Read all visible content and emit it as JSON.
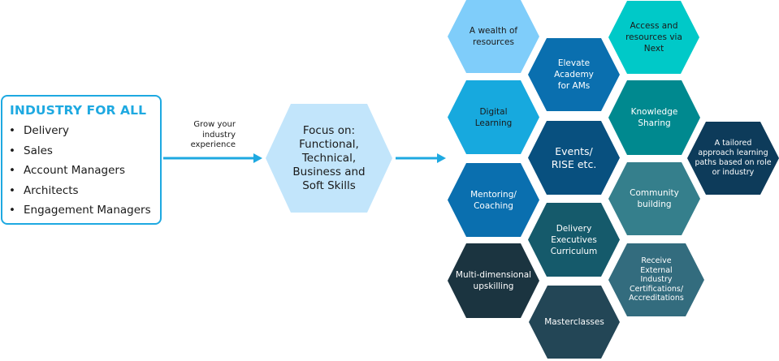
{
  "source_box": {
    "title": "INDUSTRY FOR ALL",
    "items": [
      "Delivery",
      "Sales",
      "Account Managers",
      "Architects",
      "Engagement Managers"
    ],
    "bullet": "•",
    "border_color": "#1ea9e1"
  },
  "arrow_label": "Grow your\nindustry\nexperience",
  "arrow_color": "#1ea9e1",
  "focus": {
    "text": "Focus on:\nFunctional,\nTechnical,\nBusiness and\nSoft Skills",
    "color": "#c2e5fb"
  },
  "hexagons": [
    {
      "id": "wealth",
      "text": "A wealth of\nresources",
      "color": "#7fcdfa",
      "text_color": "#1a1a1a"
    },
    {
      "id": "elevate",
      "text": "Elevate\nAcademy\nfor AMs",
      "color": "#0a6faf",
      "text_color": "#ffffff"
    },
    {
      "id": "access",
      "text": "Access and\nresources via\nNext",
      "color": "#00c9c8",
      "text_color": "#1a1a1a"
    },
    {
      "id": "digital",
      "text": "Digital\nLearning",
      "color": "#17a9de",
      "text_color": "#1a1a1a"
    },
    {
      "id": "knowledge",
      "text": "Knowledge\nSharing",
      "color": "#00898f",
      "text_color": "#ffffff"
    },
    {
      "id": "events",
      "text": "Events/\nRISE etc.",
      "color": "#08507f",
      "text_color": "#ffffff"
    },
    {
      "id": "tailored",
      "text": "A tailored\napproach learning\npaths based on role\nor industry",
      "color": "#0d3b5a",
      "text_color": "#ffffff"
    },
    {
      "id": "mentoring",
      "text": "Mentoring/\nCoaching",
      "color": "#0a6faf",
      "text_color": "#ffffff"
    },
    {
      "id": "community",
      "text": "Community\nbuilding",
      "color": "#357f8c",
      "text_color": "#ffffff"
    },
    {
      "id": "delivery-exec",
      "text": "Delivery\nExecutives\nCurriculum",
      "color": "#155a6b",
      "text_color": "#ffffff"
    },
    {
      "id": "multi",
      "text": "Multi-dimensional\nupskilling",
      "color": "#1b3440",
      "text_color": "#ffffff"
    },
    {
      "id": "receive",
      "text": "Receive\nExternal\nIndustry\nCertifications/\nAccreditations",
      "color": "#336c7e",
      "text_color": "#ffffff"
    },
    {
      "id": "masterclasses",
      "text": "Masterclasses",
      "color": "#234656",
      "text_color": "#ffffff"
    }
  ]
}
